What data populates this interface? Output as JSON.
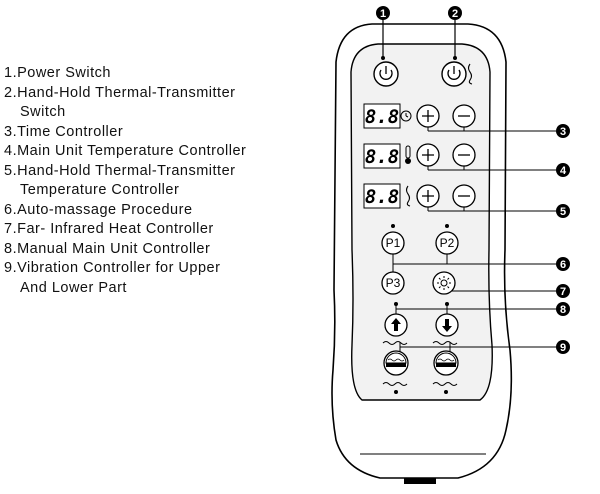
{
  "legend": [
    {
      "label": "1.Power Switch"
    },
    {
      "label": "2.Hand-Hold Thermal-Transmitter",
      "cont": "Switch"
    },
    {
      "label": "3.Time Controller"
    },
    {
      "label": "4.Main Unit Temperature Controller"
    },
    {
      "label": "5.Hand-Hold Thermal-Transmitter",
      "cont": "Temperature Controller"
    },
    {
      "label": "6.Auto-massage Procedure"
    },
    {
      "label": "7.Far- Infrared Heat Controller"
    },
    {
      "label": "8.Manual Main Unit Controller"
    },
    {
      "label": "9.Vibration Controller for Upper",
      "cont": "And Lower Part"
    }
  ],
  "callouts": [
    "1",
    "2",
    "3",
    "4",
    "5",
    "6",
    "7",
    "8",
    "9"
  ],
  "displays": [
    "8.8",
    "8.8",
    "8.8"
  ],
  "programs": [
    "P1",
    "P2",
    "P3"
  ],
  "icons": [
    "power-icon",
    "thermal-power-icon",
    "clock-icon",
    "thermometer-icon",
    "wave-heat-icon",
    "plus-icon",
    "minus-icon",
    "sun-icon",
    "arrow-up-icon",
    "arrow-down-icon",
    "vibration-icon"
  ]
}
